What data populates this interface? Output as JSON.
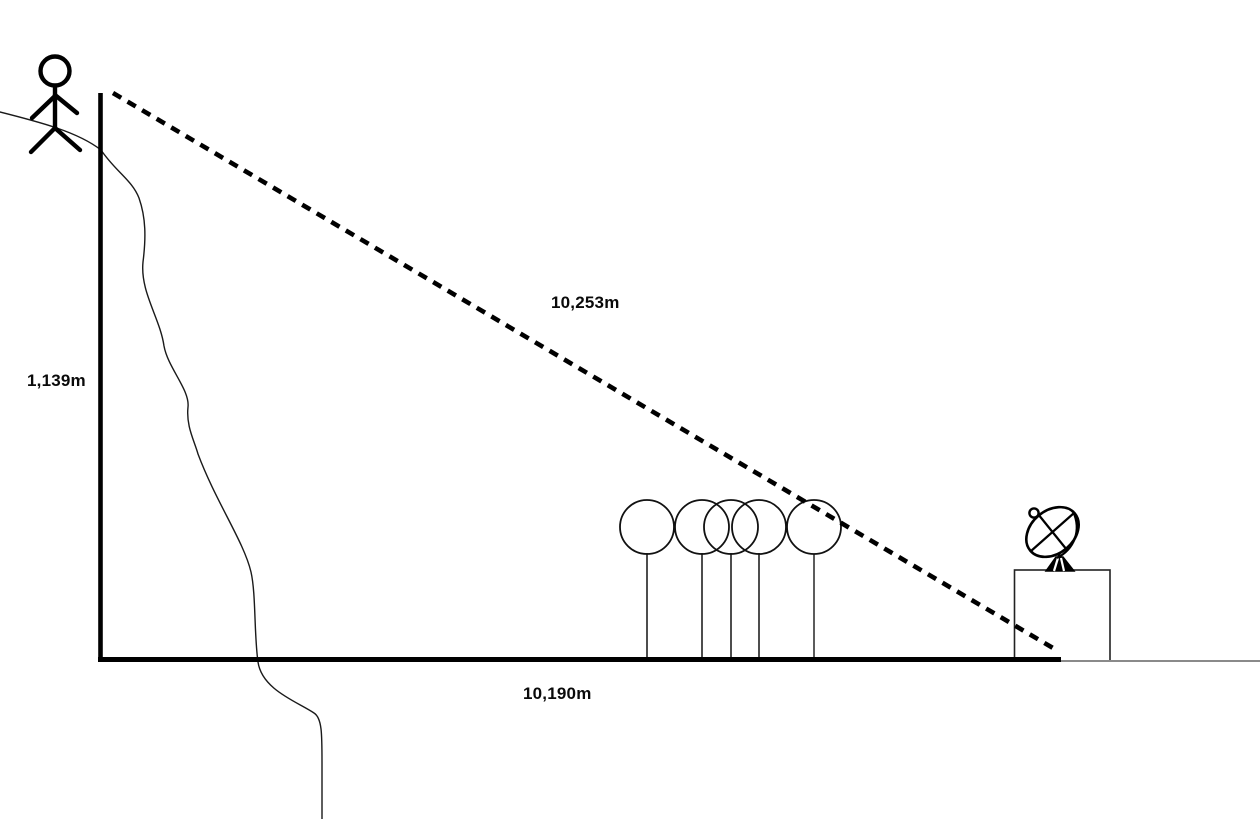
{
  "diagram": {
    "colors": {
      "ink": "#000000",
      "background": "#ffffff",
      "cliff_line": "#1a1a1a",
      "trunk": "#4d4d4d",
      "ground_extension": "#8a8a8a"
    },
    "labels": {
      "cliff_height": "1,139m",
      "sight_distance": "10,253m",
      "ground_distance": "10,190m"
    },
    "icons": {
      "person": "person-icon",
      "tree": "tree-icon",
      "satellite_dish": "satellite-dish-icon"
    },
    "tree_count": 5
  }
}
